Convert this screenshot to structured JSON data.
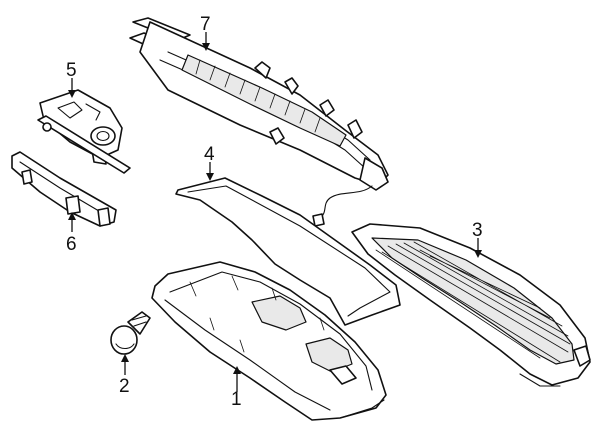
{
  "colors": {
    "ink": "#111111",
    "paper": "#ffffff",
    "shade": "#e9e9e9"
  },
  "callouts": [
    {
      "id": "1",
      "label": "1"
    },
    {
      "id": "2",
      "label": "2"
    },
    {
      "id": "3",
      "label": "3"
    },
    {
      "id": "4",
      "label": "4"
    },
    {
      "id": "5",
      "label": "5"
    },
    {
      "id": "6",
      "label": "6"
    },
    {
      "id": "7",
      "label": "7"
    }
  ]
}
